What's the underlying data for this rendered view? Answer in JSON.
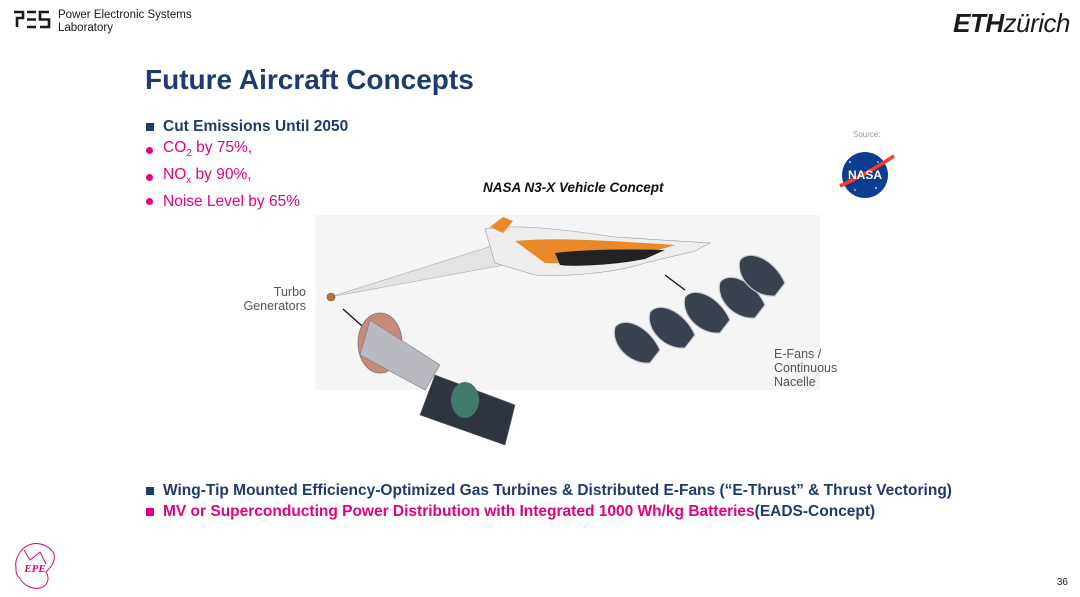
{
  "header": {
    "lab_line1": "Power Electronic Systems",
    "lab_line2": "Laboratory",
    "eth_bold": "ETH",
    "eth_rest": "zürich"
  },
  "title": "Future Aircraft Concepts",
  "top_bullets": {
    "heading": "Cut Emissions Until 2050",
    "co2_pre": "CO",
    "co2_sub": "2",
    "co2_post": " by 75%,",
    "nox_pre": "NO",
    "nox_sub": "x",
    "nox_post": " by 90%,",
    "noise": "Noise Level by 65%"
  },
  "source_label": "Source:",
  "nasa_text": "NASA",
  "concept_title": "NASA N3-X Vehicle Concept",
  "labels": {
    "turbo_line1": "Turbo",
    "turbo_line2": "Generators",
    "efans_line1": "E-Fans /",
    "efans_line2": "Continuous",
    "efans_line3": "Nacelle"
  },
  "bottom_bullets": {
    "line1": "Wing-Tip Mounted Efficiency-Optimized Gas Turbines & Distributed E-Fans (“E-Thrust” & Thrust Vectoring)",
    "line2_main": "MV or Superconducting Power Distribution with Integrated 1000 Wh/kg Batteries",
    "line2_paren": " (EADS-Concept)"
  },
  "page_number": "36",
  "colors": {
    "navy": "#1f3a6e",
    "pink": "#e6007e",
    "orange": "#e8892a"
  },
  "logo_eee_text": "EPE"
}
